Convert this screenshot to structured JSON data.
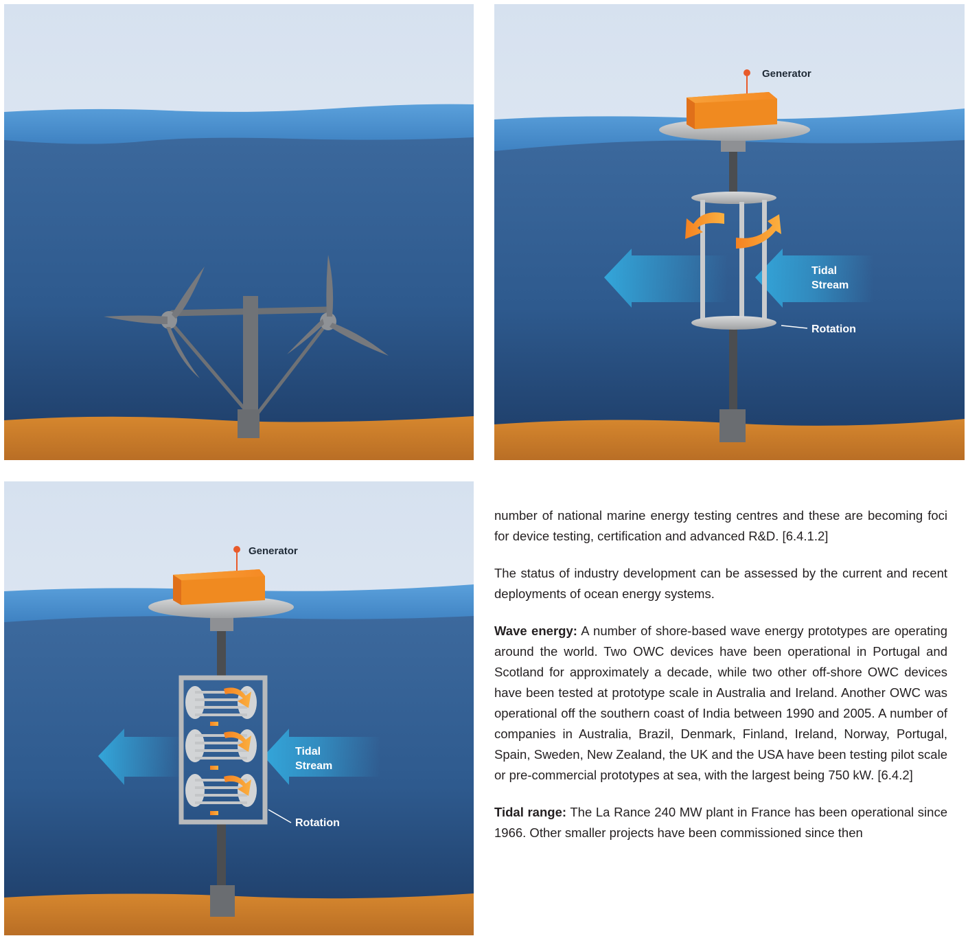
{
  "panels": {
    "vertical_axis": {
      "generator_label": "Generator",
      "tidal_stream_label_1": "Tidal",
      "tidal_stream_label_2": "Stream",
      "rotation_label": "Rotation"
    },
    "cross_flow": {
      "generator_label": "Generator",
      "tidal_stream_label_1": "Tidal",
      "tidal_stream_label_2": "Stream",
      "rotation_label": "Rotation"
    }
  },
  "text": {
    "para1": "number of national marine energy testing centres and these are becoming foci for device testing, certification and advanced R&D. [6.4.1.2]",
    "para2": "The status of industry development can be assessed by the current and recent deployments of ocean energy systems.",
    "para3_heading": "Wave energy:",
    "para3_body": " A number of shore-based wave energy prototypes are operating around the world. Two OWC devices have been operational in Portugal and Scotland for approximately a decade, while two other off-shore OWC devices have been tested at prototype scale in Australia and Ireland. Another OWC was operational off the southern coast of India between 1990 and 2005. A number of companies in Australia, Brazil, Denmark, Finland, Ireland, Norway, Portugal, Spain, Sweden, New Zealand, the UK and the USA have been testing pilot scale or pre-commercial prototypes at sea, with the largest being 750 kW. [6.4.2]",
    "para4_heading": "Tidal range:",
    "para4_body": " The La Rance 240 MW plant in France has been operational since 1966. Other smaller projects have been commissioned since then"
  },
  "colors": {
    "sky": "#dde6f2",
    "sea_surface": "#4a8ccb",
    "deep_sea": "#1f3f6d",
    "seabed": "#c8792a",
    "generator": "#f08a20",
    "accent_arrow": "#f7941d",
    "flow_arrow": "#2aa3d6"
  }
}
